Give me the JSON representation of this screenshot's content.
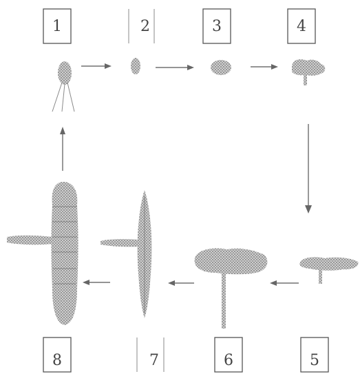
{
  "stages": [
    {
      "id": "1",
      "label": "1"
    },
    {
      "id": "2",
      "label": "2"
    },
    {
      "id": "3",
      "label": "3"
    },
    {
      "id": "4",
      "label": "4"
    },
    {
      "id": "5",
      "label": "5"
    },
    {
      "id": "6",
      "label": "6"
    },
    {
      "id": "7",
      "label": "7"
    },
    {
      "id": "8",
      "label": "8"
    }
  ],
  "colors": {
    "stipple": "#8c8c8c",
    "line": "#555555",
    "background": "#ffffff"
  }
}
